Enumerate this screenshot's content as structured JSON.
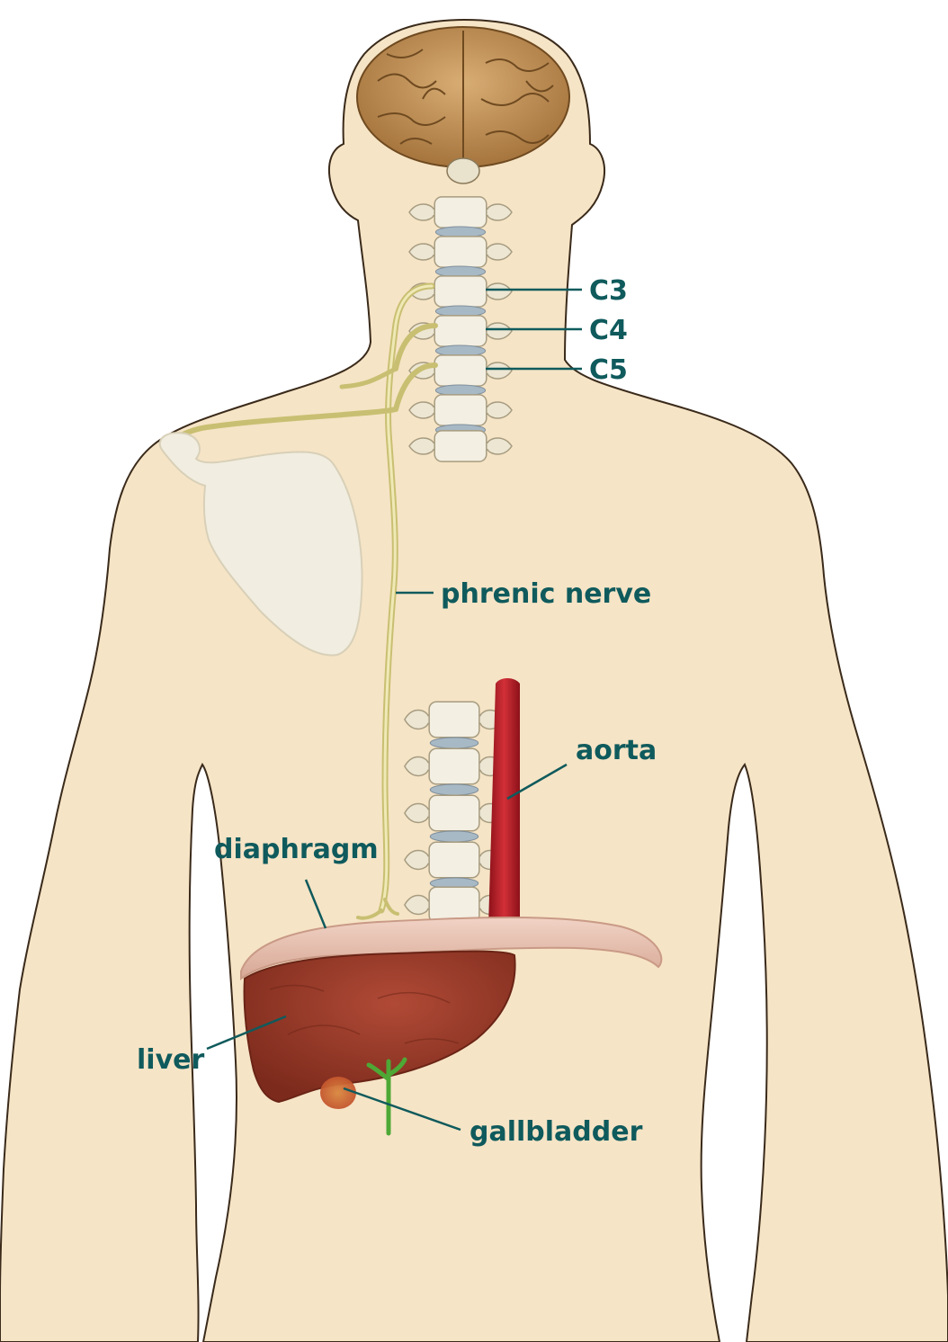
{
  "labels": {
    "c3": "C3",
    "c4": "C4",
    "c5": "C5",
    "phrenic_nerve": "phrenic nerve",
    "aorta": "aorta",
    "diaphragm": "diaphragm",
    "liver": "liver",
    "gallbladder": "gallbladder"
  },
  "colors": {
    "skin": "#f6e4c6",
    "outline": "#3a2a1a",
    "label": "#0f5a5c",
    "nerve": "#d9d08a",
    "bone": "#f1ede0",
    "disc": "#a8b9c6",
    "aorta": "#b51d26",
    "liver": "#9a3a2a",
    "diaphragm": "#e6c0b0",
    "gallbladder": "#c86a2a",
    "bile_duct": "#4ea836",
    "brain": "#b98a52"
  }
}
